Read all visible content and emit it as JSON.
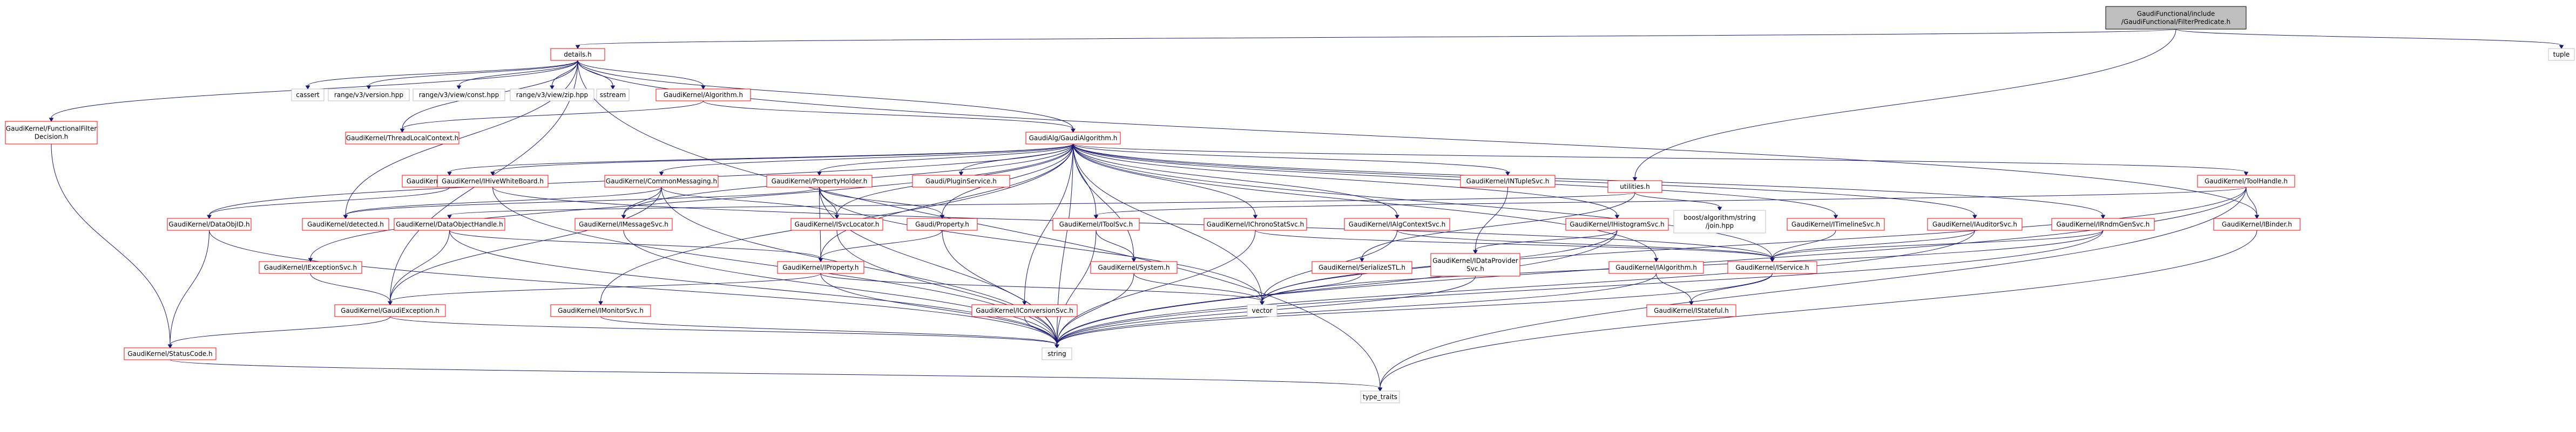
{
  "root": "GaudiFunctional/include/GaudiFunctional/FilterPredicate.h",
  "nodes": {
    "root": {
      "lines": [
        "GaudiFunctional/include",
        "/GaudiFunctional/FilterPredicate.h"
      ],
      "kind": "root"
    },
    "details": {
      "lines": [
        "details.h"
      ],
      "kind": "red"
    },
    "utilities": {
      "lines": [
        "utilities.h"
      ],
      "kind": "red"
    },
    "tuple": {
      "lines": [
        "tuple"
      ],
      "kind": "plain"
    },
    "FunctionalFilterDecision": {
      "lines": [
        "GaudiKernel/FunctionalFilter",
        "Decision.h"
      ],
      "kind": "red"
    },
    "cassert": {
      "lines": [
        "cassert"
      ],
      "kind": "plain"
    },
    "rv_version": {
      "lines": [
        "range/v3/version.hpp"
      ],
      "kind": "plain"
    },
    "rv_const": {
      "lines": [
        "range/v3/view/const.hpp"
      ],
      "kind": "plain"
    },
    "rv_zip": {
      "lines": [
        "range/v3/view/zip.hpp"
      ],
      "kind": "plain"
    },
    "sstream": {
      "lines": [
        "sstream"
      ],
      "kind": "plain"
    },
    "Algorithm": {
      "lines": [
        "GaudiKernel/Algorithm.h"
      ],
      "kind": "red"
    },
    "GaudiAlgorithm": {
      "lines": [
        "GaudiAlg/GaudiAlgorithm.h"
      ],
      "kind": "red"
    },
    "ThreadLocalContext": {
      "lines": [
        "GaudiKernel/ThreadLocalContext.h"
      ],
      "kind": "red"
    },
    "DataHandle": {
      "lines": [
        "GaudiKernel/DataHandle.h"
      ],
      "kind": "red"
    },
    "IHiveWhiteBoard": {
      "lines": [
        "GaudiKernel/IHiveWhiteBoard.h"
      ],
      "kind": "red"
    },
    "CommonMessaging": {
      "lines": [
        "GaudiKernel/CommonMessaging.h"
      ],
      "kind": "red"
    },
    "PropertyHolder": {
      "lines": [
        "GaudiKernel/PropertyHolder.h"
      ],
      "kind": "red"
    },
    "IPluginService": {
      "lines": [
        "Gaudi/PluginService.h"
      ],
      "kind": "red"
    },
    "INTupleSvc": {
      "lines": [
        "GaudiKernel/INTupleSvc.h"
      ],
      "kind": "red"
    },
    "ToolHandle": {
      "lines": [
        "GaudiKernel/ToolHandle.h"
      ],
      "kind": "red"
    },
    "DataObjID": {
      "lines": [
        "GaudiKernel/DataObjID.h"
      ],
      "kind": "red"
    },
    "detected": {
      "lines": [
        "GaudiKernel/detected.h"
      ],
      "kind": "red"
    },
    "DataObjectHandle": {
      "lines": [
        "GaudiKernel/DataObjectHandle.h"
      ],
      "kind": "red"
    },
    "IMessageSvc": {
      "lines": [
        "GaudiKernel/IMessageSvc.h"
      ],
      "kind": "red"
    },
    "ISvcLocator": {
      "lines": [
        "GaudiKernel/ISvcLocator.h"
      ],
      "kind": "red"
    },
    "Property": {
      "lines": [
        "Gaudi/Property.h"
      ],
      "kind": "red"
    },
    "IToolSvc": {
      "lines": [
        "GaudiKernel/IToolSvc.h"
      ],
      "kind": "red"
    },
    "IChronoStatSvc": {
      "lines": [
        "GaudiKernel/IChronoStatSvc.h"
      ],
      "kind": "red"
    },
    "IAlgContextSvc": {
      "lines": [
        "GaudiKernel/IAlgContextSvc.h"
      ],
      "kind": "red"
    },
    "IHistogramSvc": {
      "lines": [
        "GaudiKernel/IHistogramSvc.h"
      ],
      "kind": "red"
    },
    "boost_string": {
      "lines": [
        "boost/algorithm/string",
        "/join.hpp"
      ],
      "kind": "plain"
    },
    "ITimelineSvc": {
      "lines": [
        "GaudiKernel/ITimelineSvc.h"
      ],
      "kind": "red"
    },
    "IAuditorSvc": {
      "lines": [
        "GaudiKernel/IAuditorSvc.h"
      ],
      "kind": "red"
    },
    "IRndmGenSvc": {
      "lines": [
        "GaudiKernel/IRndmGenSvc.h"
      ],
      "kind": "red"
    },
    "IBinder": {
      "lines": [
        "GaudiKernel/IBinder.h"
      ],
      "kind": "red"
    },
    "IExceptionSvc": {
      "lines": [
        "GaudiKernel/IExceptionSvc.h"
      ],
      "kind": "red"
    },
    "IProperty": {
      "lines": [
        "GaudiKernel/IProperty.h"
      ],
      "kind": "red"
    },
    "System": {
      "lines": [
        "GaudiKernel/System.h"
      ],
      "kind": "red"
    },
    "SerializeSTL": {
      "lines": [
        "GaudiKernel/SerializeSTL.h"
      ],
      "kind": "red"
    },
    "IDataProviderSvc": {
      "lines": [
        "GaudiKernel/IDataProvider",
        "Svc.h"
      ],
      "kind": "red"
    },
    "IAlgorithm": {
      "lines": [
        "GaudiKernel/IAlgorithm.h"
      ],
      "kind": "red"
    },
    "IService": {
      "lines": [
        "GaudiKernel/IService.h"
      ],
      "kind": "red"
    },
    "GaudiException": {
      "lines": [
        "GaudiKernel/GaudiException.h"
      ],
      "kind": "red"
    },
    "IMonitorSvc": {
      "lines": [
        "GaudiKernel/IMonitorSvc.h"
      ],
      "kind": "red"
    },
    "IConversionSvc": {
      "lines": [
        "GaudiKernel/IConversionSvc.h"
      ],
      "kind": "red"
    },
    "IStateful": {
      "lines": [
        "GaudiKernel/IStateful.h"
      ],
      "kind": "red"
    },
    "vector": {
      "lines": [
        "vector"
      ],
      "kind": "plain"
    },
    "string": {
      "lines": [
        "string"
      ],
      "kind": "plain"
    },
    "StatusCode": {
      "lines": [
        "GaudiKernel/StatusCode.h"
      ],
      "kind": "red"
    },
    "type_traits": {
      "lines": [
        "type_traits"
      ],
      "kind": "plain"
    }
  }
}
